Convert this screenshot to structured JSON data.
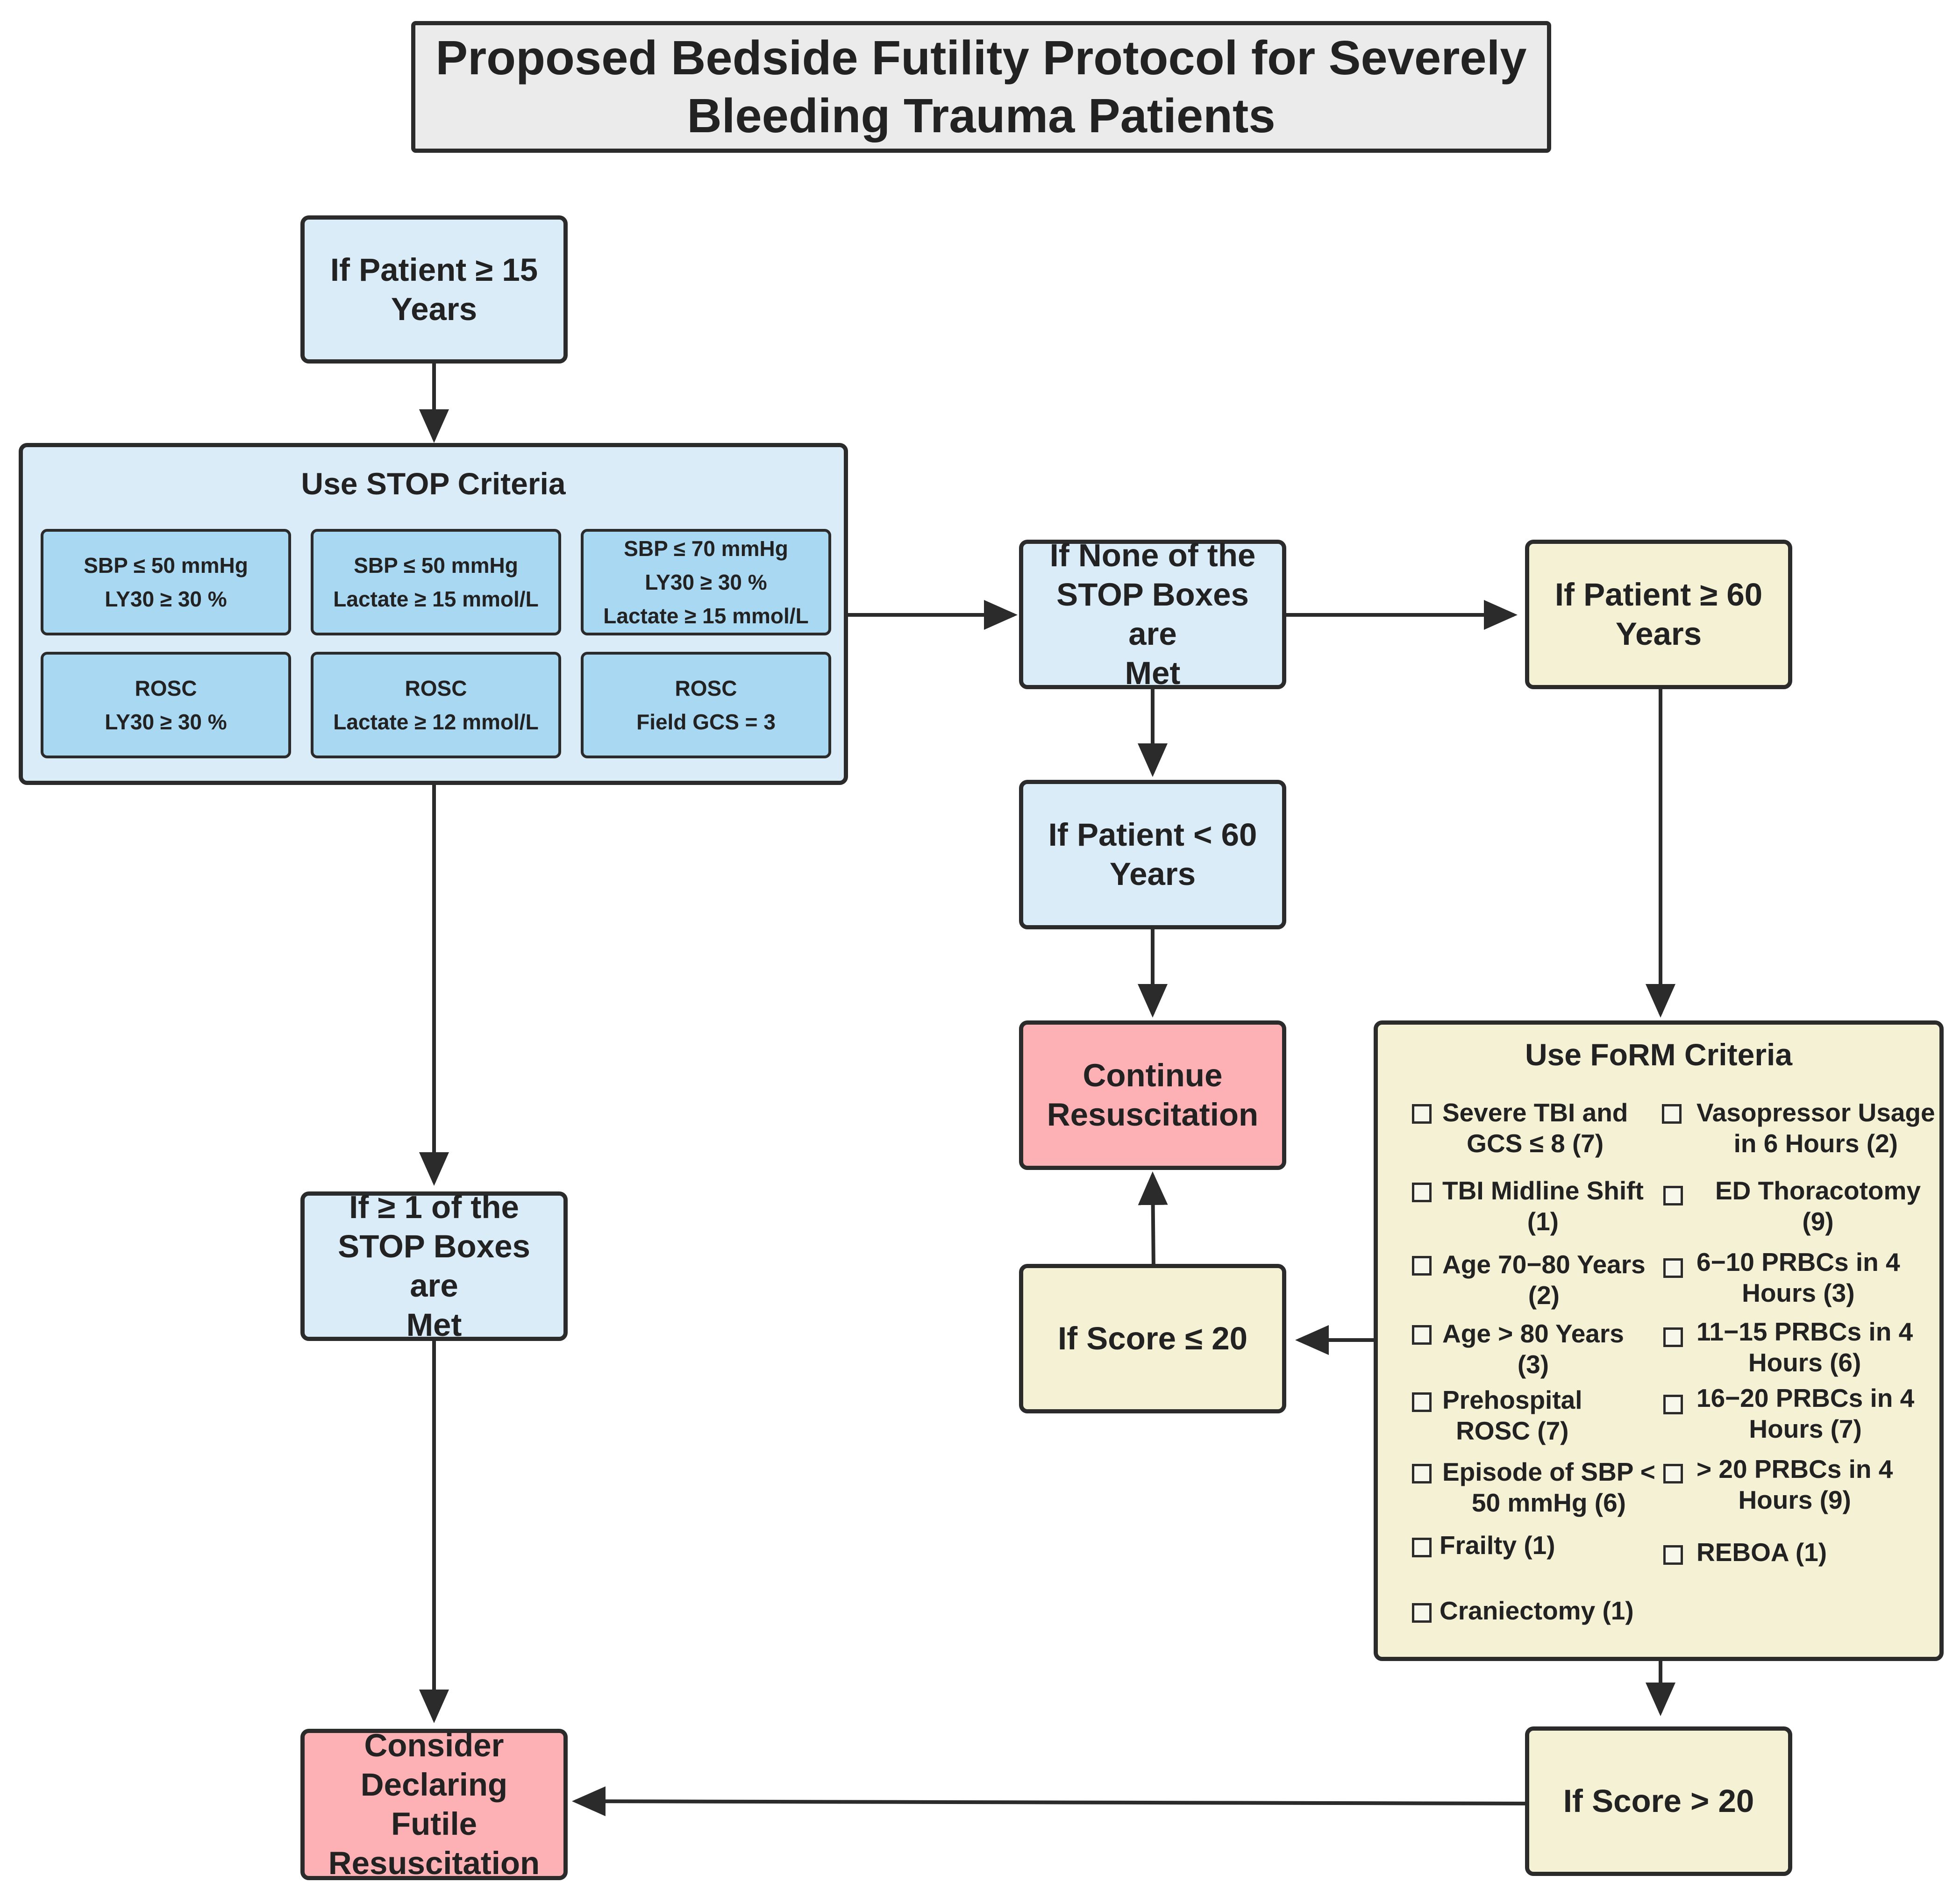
{
  "title": {
    "line1": "Proposed Bedside Futility Protocol for Severely",
    "line2": "Bleeding Trauma Patients"
  },
  "nodes": {
    "age15": [
      "If Patient ≥ 15",
      "Years"
    ],
    "none_met": [
      "If None of the",
      "STOP Boxes are",
      "Met"
    ],
    "age60_plus": [
      "If Patient ≥ 60",
      "Years"
    ],
    "age60_minus": [
      "If Patient < 60",
      "Years"
    ],
    "continue": [
      "Continue",
      "Resuscitation"
    ],
    "score_le20": "If Score ≤ 20",
    "stop_met": [
      "If ≥ 1 of the",
      "STOP Boxes are",
      "Met"
    ],
    "futile": [
      "Consider",
      "Declaring Futile",
      "Resuscitation"
    ],
    "score_gt20": "If Score > 20"
  },
  "stop": {
    "title": "Use STOP Criteria",
    "boxes": [
      [
        "SBP ≤ 50 mmHg",
        "LY30 ≥ 30 %"
      ],
      [
        "SBP ≤ 50 mmHg",
        "Lactate ≥ 15 mmol/L"
      ],
      [
        "SBP ≤ 70 mmHg",
        "LY30 ≥ 30 %",
        "Lactate ≥ 15 mmol/L"
      ],
      [
        "ROSC",
        "LY30 ≥ 30 %"
      ],
      [
        "ROSC",
        "Lactate ≥ 12 mmol/L"
      ],
      [
        "ROSC",
        "Field GCS = 3"
      ]
    ]
  },
  "form": {
    "title": "Use FoRM Criteria",
    "left": [
      [
        "Severe TBI and",
        "GCS ≤ 8 (7)"
      ],
      [
        "TBI Midline Shift",
        "(1)"
      ],
      [
        "Age 70−80 Years",
        "(2)"
      ],
      [
        "Age > 80 Years",
        "(3)"
      ],
      [
        "Prehospital",
        "ROSC (7)"
      ],
      [
        "Episode of SBP <",
        "50 mmHg (6)"
      ],
      [
        "Frailty (1)"
      ],
      [
        "Craniectomy (1)"
      ]
    ],
    "right": [
      [
        "Vasopressor Usage",
        "in 6 Hours (2)"
      ],
      [
        "ED Thoracotomy (9)"
      ],
      [
        "6−10 PRBCs in 4",
        "Hours (3)"
      ],
      [
        "11−15 PRBCs in 4",
        "Hours (6)"
      ],
      [
        "16−20 PRBCs in 4",
        "Hours (7)"
      ],
      [
        "> 20 PRBCs in 4",
        "Hours (9)"
      ],
      [
        "REBOA (1)"
      ]
    ]
  }
}
